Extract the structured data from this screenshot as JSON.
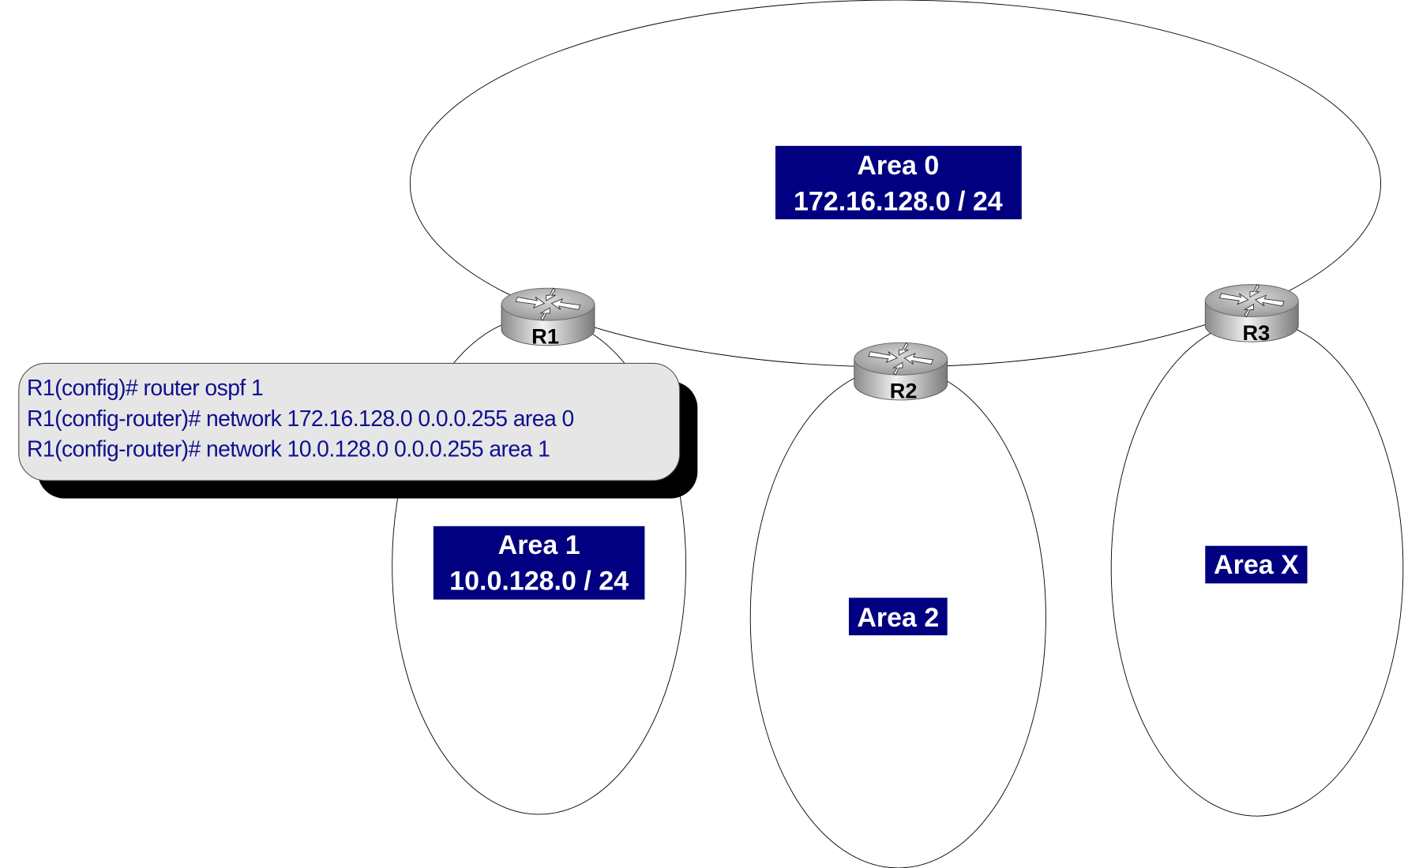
{
  "colors": {
    "label_bg": "#000080",
    "label_text": "#ffffff",
    "callout_bg": "#e6e6e6",
    "command_text": "#101090"
  },
  "areas": [
    {
      "name": "Area 0",
      "subnet": "172.16.128.0 / 24"
    },
    {
      "name": "Area 1",
      "subnet": "10.0.128.0 / 24"
    },
    {
      "name": "Area 2"
    },
    {
      "name": "Area X"
    }
  ],
  "routers": [
    {
      "label": "R1",
      "icon": "router-icon"
    },
    {
      "label": "R2",
      "icon": "router-icon"
    },
    {
      "label": "R3",
      "icon": "router-icon"
    }
  ],
  "callout": {
    "lines": [
      "R1(config)# router ospf 1",
      "R1(config-router)# network 172.16.128.0 0.0.0.255 area 0",
      "R1(config-router)# network 10.0.128.0 0.0.0.255 area 1"
    ]
  }
}
